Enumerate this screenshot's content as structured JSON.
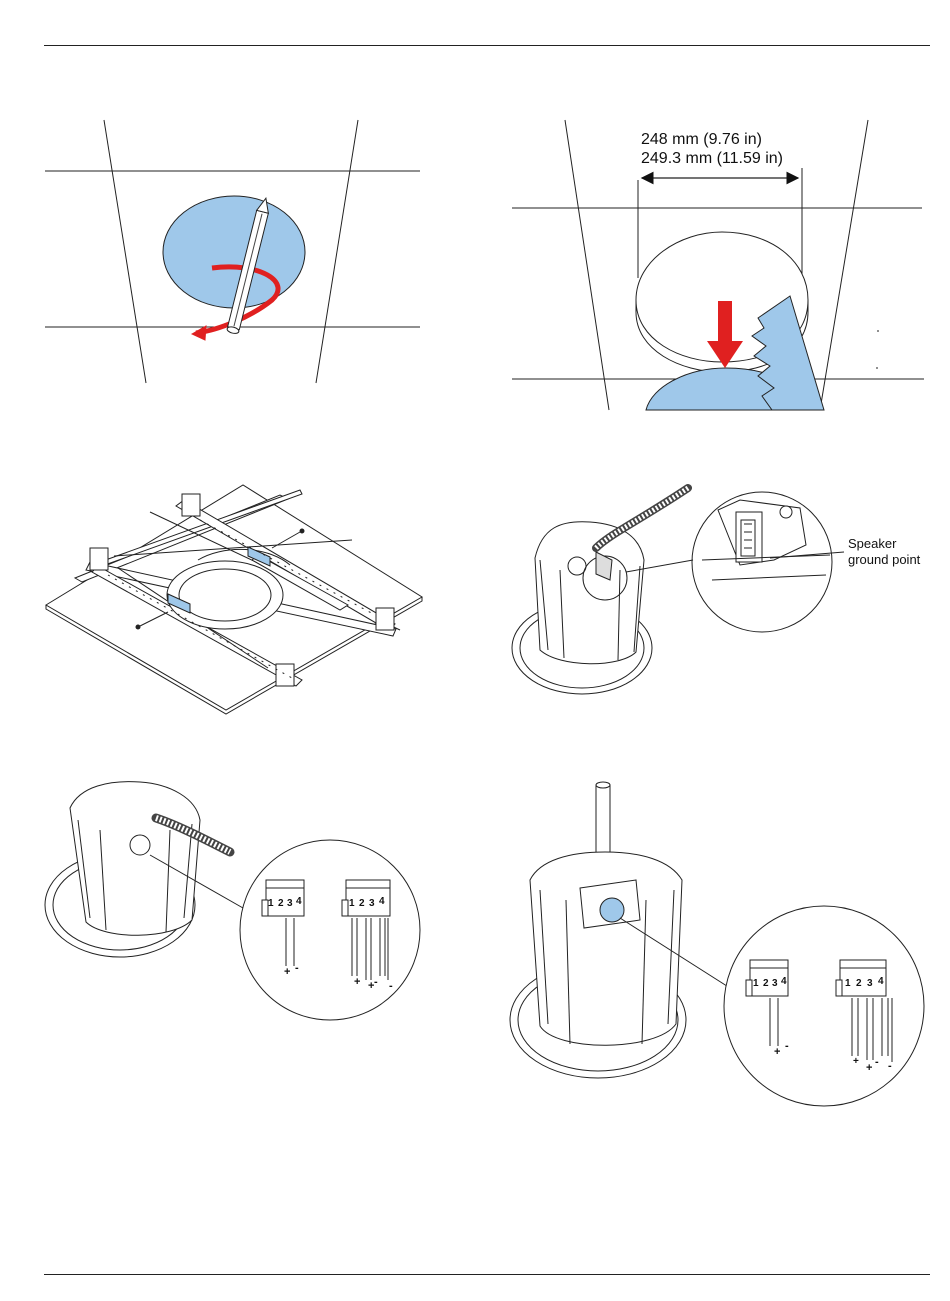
{
  "figures": {
    "cutout": {
      "dimension_line1": "248 mm (9.76 in)",
      "dimension_line2": "249.3 mm (11.59 in)"
    },
    "ground": {
      "callout_line1": "Speaker",
      "callout_line2": "ground point"
    },
    "terminals": {
      "pins": [
        "1",
        "2",
        "3",
        "4"
      ],
      "plus": "+",
      "minus": "-"
    }
  },
  "colors": {
    "ceiling_blue": "#9fc8ea",
    "arrow_red": "#e02020",
    "line": "#222222"
  }
}
